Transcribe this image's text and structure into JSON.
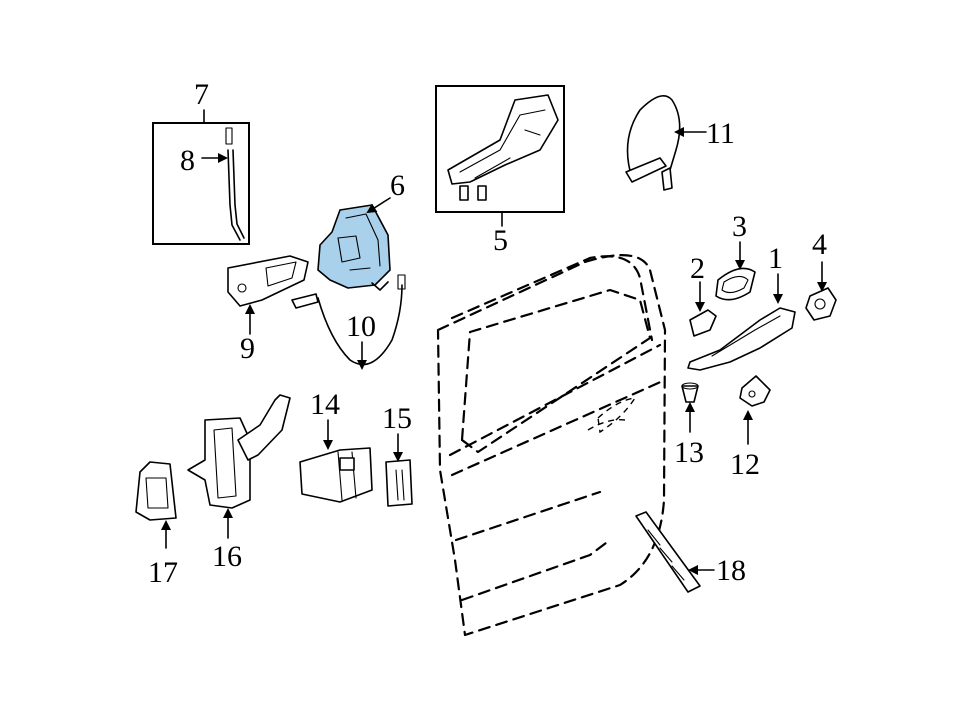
{
  "highlight_color": "#a9d1ec",
  "callouts": {
    "c1": "1",
    "c2": "2",
    "c3": "3",
    "c4": "4",
    "c5": "5",
    "c6": "6",
    "c7": "7",
    "c8": "8",
    "c9": "9",
    "c10": "10",
    "c11": "11",
    "c12": "12",
    "c13": "13",
    "c14": "14",
    "c15": "15",
    "c16": "16",
    "c17": "17",
    "c18": "18"
  }
}
